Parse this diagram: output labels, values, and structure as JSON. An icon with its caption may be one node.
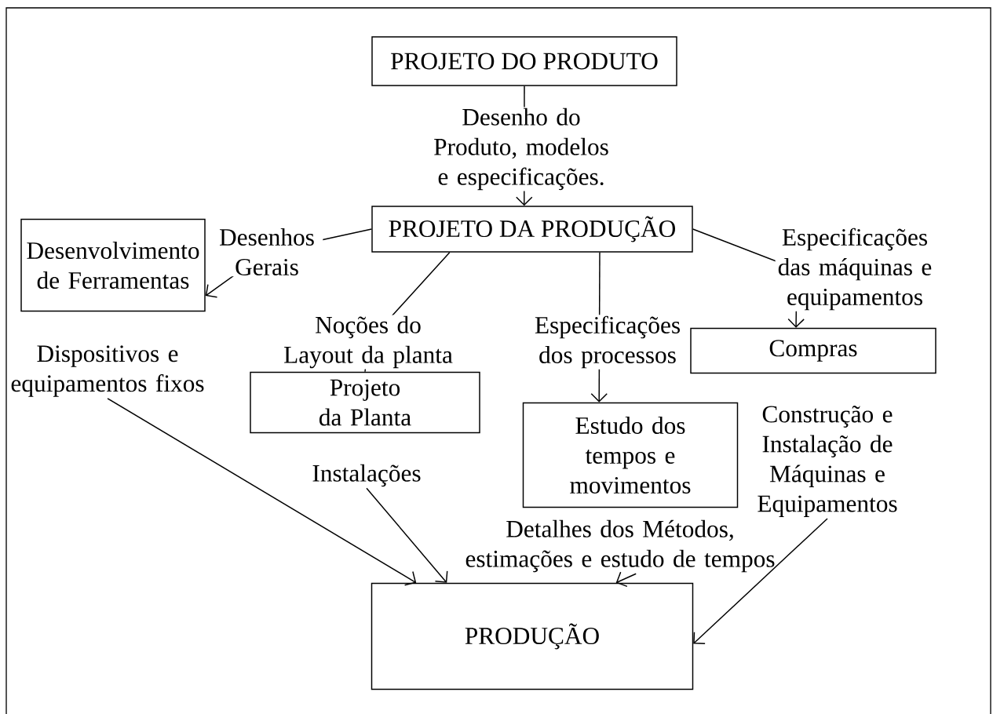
{
  "diagram": {
    "nodes": [
      {
        "text": [
          "PROJETO DO PRODUTO"
        ]
      },
      {
        "text": [
          "PROJETO DA PRODUÇÃO"
        ]
      },
      {
        "text": [
          "Desenvolvimento de Ferramentas"
        ]
      },
      {
        "text": [
          "Compras"
        ]
      },
      {
        "text": [
          "Dispositivos e equipamentos fixos"
        ]
      },
      {
        "text": [
          "Projeto da Planta"
        ]
      },
      {
        "text": [
          "Estudo dos tempos e movimentos"
        ]
      },
      {
        "text": [
          "Construção e Instalação de Máquinas e Equipamentos"
        ]
      },
      {
        "text": [
          "Instalações"
        ]
      },
      {
        "text": [
          "Detalhes dos Métodos, estimações e estudo de tempos"
        ]
      },
      {
        "text": [
          "PRODUÇÃO"
        ]
      }
    ],
    "edges": [
      {
        "from": 0,
        "to": 1,
        "arrow": "to",
        "label": "Desenho do Produto, modelos e especificações."
      },
      {
        "from": 1,
        "to": 2,
        "arrow": "to",
        "label": "Desenhos Gerais"
      },
      {
        "from": 1,
        "to": 5,
        "arrow": "none",
        "label": "Noções do Layout da planta"
      },
      {
        "from": 1,
        "to": 6,
        "arrow": "to",
        "label": "Especificações dos processos"
      },
      {
        "from": 1,
        "to": 3,
        "arrow": "to",
        "label": "Especificações das máquinas e equipamentos"
      },
      {
        "from": 4,
        "to": 10,
        "arrow": "to"
      },
      {
        "from": 8,
        "to": 10,
        "arrow": "to"
      },
      {
        "from": 9,
        "to": 10,
        "arrow": "to"
      },
      {
        "from": 7,
        "to": 10,
        "arrow": "to"
      }
    ]
  }
}
